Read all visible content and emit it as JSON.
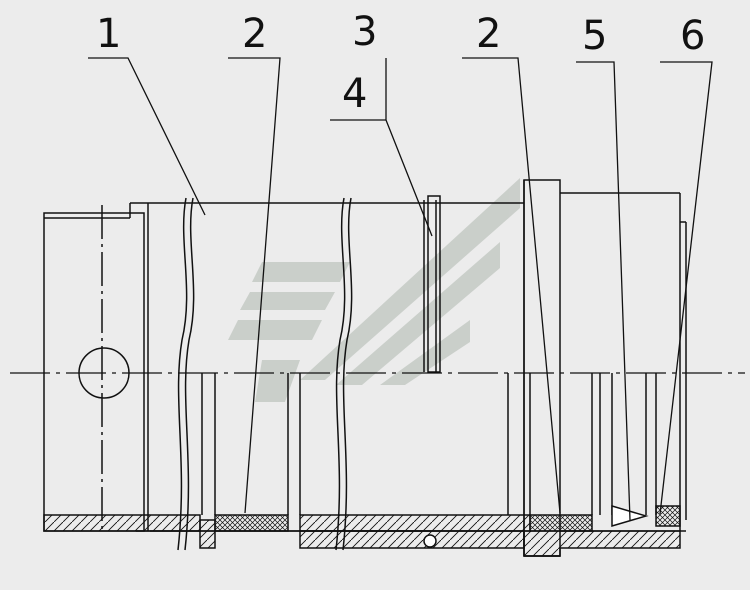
{
  "callouts": [
    {
      "id": "c1",
      "label": "1"
    },
    {
      "id": "c2a",
      "label": "2"
    },
    {
      "id": "c3",
      "label": "3"
    },
    {
      "id": "c4",
      "label": "4"
    },
    {
      "id": "c2b",
      "label": "2"
    },
    {
      "id": "c5",
      "label": "5"
    },
    {
      "id": "c6",
      "label": "6"
    }
  ],
  "colors": {
    "background": "#ececec",
    "line": "#111111",
    "watermark": "#c9cec9",
    "watermark_dark": "#b4b9b4"
  }
}
